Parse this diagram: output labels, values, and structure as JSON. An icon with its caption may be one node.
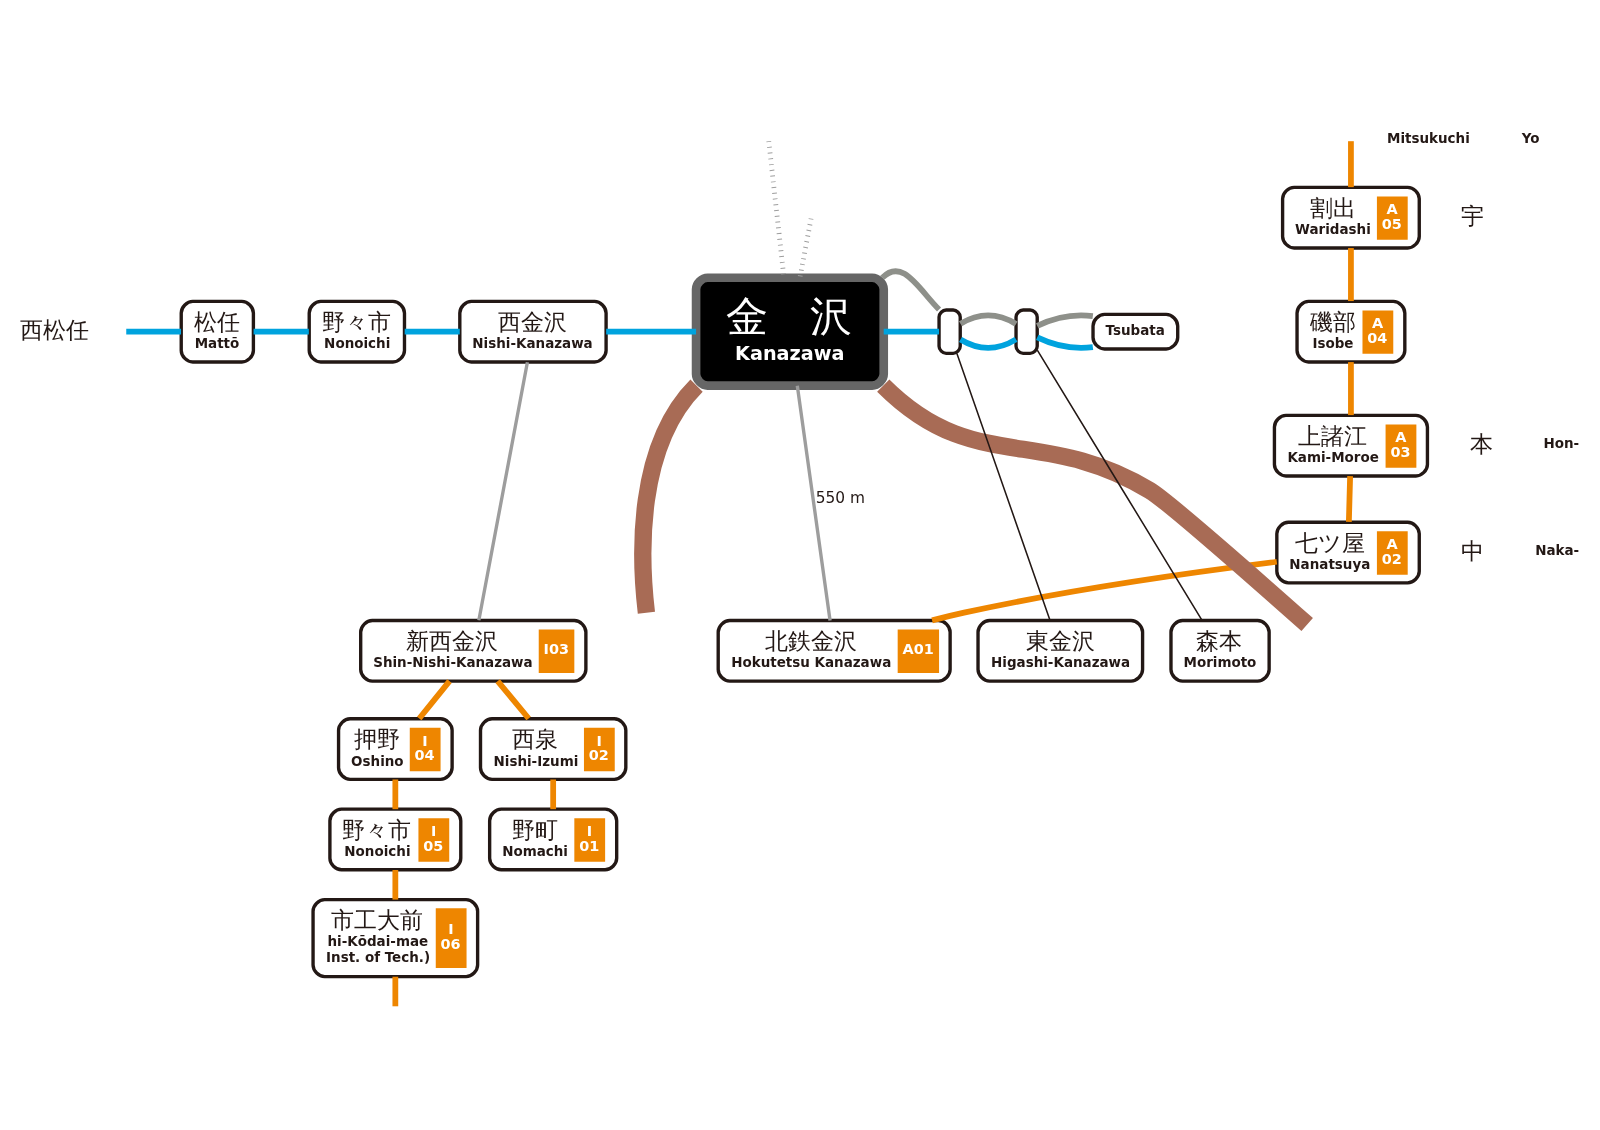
{
  "diagram": {
    "nodes": [
      {
        "text": [
          "割出",
          "Waridashi",
          "A 05"
        ]
      },
      {
        "text": [
          "磯部",
          "Isobe",
          "A 04"
        ]
      },
      {
        "text": [
          "上諸江",
          "Kami-Moroe",
          "A 03"
        ]
      },
      {
        "text": [
          "七ツ屋",
          "Nanatsuya",
          "A 02"
        ]
      },
      {
        "text": [
          "西金沢",
          "Nishi-Kanazawa"
        ]
      },
      {
        "text": [
          "松任",
          "Mattō"
        ]
      },
      {
        "text": [
          "野々市",
          "Nonoichi"
        ]
      },
      {
        "text": [
          "金　沢",
          "Kanazawa"
        ]
      },
      {
        "text": [],
        "shape": "box"
      },
      {
        "text": [],
        "shape": "box"
      },
      {
        "text": [
          "Tsubata"
        ]
      },
      {
        "text": [
          "新西金沢",
          "Shin-Nishi-Kanazawa",
          "I03"
        ]
      },
      {
        "text": [
          "北鉄金沢",
          "Hokutetsu Kanazawa",
          "A01"
        ]
      },
      {
        "text": [
          "東金沢",
          "Higashi-Kanazawa"
        ]
      },
      {
        "text": [
          "森本",
          "Morimoto"
        ]
      },
      {
        "text": [
          "押野",
          "Oshino",
          "I 04"
        ]
      },
      {
        "text": [
          "西泉",
          "Nishi-Izumi",
          "I 02"
        ]
      },
      {
        "text": [
          "野町",
          "Nomachi",
          "I 01"
        ]
      },
      {
        "text": [
          "野々市",
          "Nonoichi",
          "I 05"
        ]
      },
      {
        "text": [
          "市工大前",
          "hi-Kōdai-mae",
          "Inst. of Tech.)",
          "I 06"
        ]
      }
    ],
    "edges": [
      {
        "from": null,
        "to": 0,
        "arrow": "none"
      },
      {
        "from": 0,
        "to": 1,
        "arrow": "none"
      },
      {
        "from": 1,
        "to": 2,
        "arrow": "none"
      },
      {
        "from": 2,
        "to": 3,
        "arrow": "none"
      },
      {
        "from": 3,
        "to": 12,
        "arrow": "none"
      },
      {
        "from": null,
        "to": 5,
        "arrow": "none",
        "color": "#00a3de"
      },
      {
        "from": 5,
        "to": 6,
        "arrow": "none",
        "color": "#00a3de"
      },
      {
        "from": 6,
        "to": 4,
        "arrow": "none",
        "color": "#00a3de"
      },
      {
        "from": 4,
        "to": 7,
        "arrow": "none",
        "color": "#00a3de"
      },
      {
        "from": 7,
        "to": 8,
        "arrow": "none",
        "color": "#00a3de"
      },
      {
        "from": 8,
        "to": 9,
        "arrow": "none",
        "color": "#00a3de"
      },
      {
        "from": 9,
        "to": 10,
        "arrow": "none",
        "color": "#00a3de"
      },
      {
        "from": 7,
        "to": 8,
        "arrow": "none",
        "color": "#8e908a"
      },
      {
        "from": 8,
        "to": 9,
        "arrow": "none",
        "color": "#8e908a"
      },
      {
        "from": 9,
        "to": 10,
        "arrow": "none",
        "color": "#8e908a"
      },
      {
        "from": null,
        "to": 7,
        "arrow": "none",
        "style": "thick",
        "color": "#a86b55"
      },
      {
        "from": 7,
        "to": null,
        "arrow": "none",
        "style": "thick",
        "color": "#a86b55"
      },
      {
        "from": null,
        "to": 7,
        "arrow": "none",
        "style": "dashed",
        "color": "#9d9d9d"
      },
      {
        "from": null,
        "to": 7,
        "arrow": "none",
        "style": "dashed",
        "color": "#9d9d9d"
      },
      {
        "from": 4,
        "to": 11,
        "arrow": "none",
        "color": "#9d9d9d"
      },
      {
        "from": 7,
        "to": 12,
        "arrow": "none",
        "label": "550 m",
        "color": "#9d9d9d"
      },
      {
        "from": 13,
        "to": 8,
        "arrow": "none",
        "color": "#231815"
      },
      {
        "from": 14,
        "to": 9,
        "arrow": "none",
        "color": "#231815"
      },
      {
        "from": 11,
        "to": 15,
        "arrow": "none"
      },
      {
        "from": 15,
        "to": 18,
        "arrow": "none"
      },
      {
        "from": 18,
        "to": 19,
        "arrow": "none"
      },
      {
        "from": 19,
        "to": null,
        "arrow": "none"
      },
      {
        "from": 11,
        "to": 16,
        "arrow": "none"
      },
      {
        "from": 16,
        "to": 17,
        "arrow": "none"
      }
    ],
    "labels": [
      "Mitsukuchi",
      "Yo",
      "宇",
      "本",
      "Hon-",
      "中",
      "Naka-",
      "西松任"
    ]
  }
}
